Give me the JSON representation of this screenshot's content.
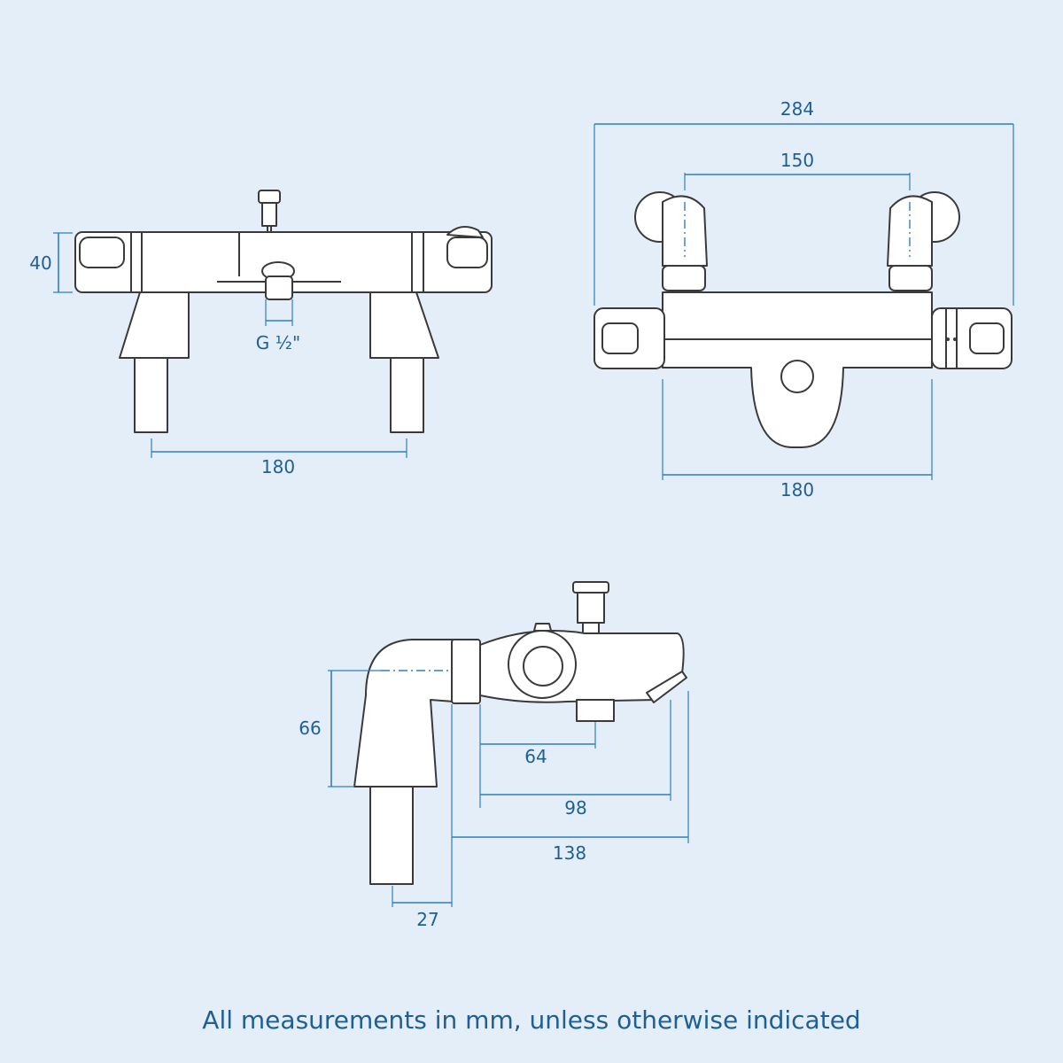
{
  "front_view": {
    "height_dim": "40",
    "thread_dim": "G ½\"",
    "centres_dim": "180"
  },
  "top_view": {
    "overall_dim": "284",
    "outlet_centres_dim": "150",
    "body_dim": "180"
  },
  "side_view": {
    "height_dim": "66",
    "dim_64": "64",
    "dim_98": "98",
    "dim_138": "138",
    "dim_27": "27"
  },
  "footer": "All measurements in mm, unless otherwise indicated",
  "colors": {
    "background": "#e3eef9",
    "dimension": "#2f7fbf",
    "text": "#1f5f93",
    "outline": "#3a3a3a"
  }
}
